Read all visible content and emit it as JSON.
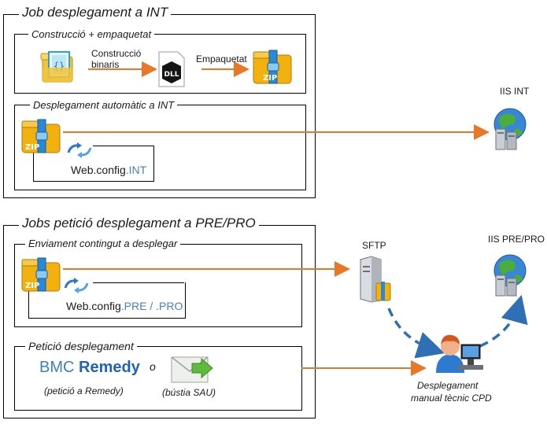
{
  "job_int": {
    "title": "Job desplegament a INT",
    "build": {
      "title": "Construcció + empaquetat",
      "step1": "Construcció",
      "step1b": "binaris",
      "step2": "Empaquetat"
    },
    "auto": {
      "title": "Desplegament automàtic  a  INT",
      "config_prefix": "Web.config",
      "config_suffix": ".INT"
    },
    "target": "IIS INT"
  },
  "job_pre": {
    "title": "Jobs petició desplegament a PRE/PRO",
    "send": {
      "title": "Enviament contingut  a desplegar",
      "config_prefix": "Web.config",
      "config_suffix": ".PRE / .PRO"
    },
    "request": {
      "title": "Petició desplegament",
      "bmc_a": "BMC",
      "bmc_b": "Remedy",
      "or": "o",
      "remedy_note": "(petició a Remedy)",
      "mail_note": "(bústia SAU)"
    },
    "sftp": "SFTP",
    "target": "IIS PRE/PRO",
    "manual_line1": "Desplegament",
    "manual_line2": "manual tècnic CPD"
  },
  "colors": {
    "arrow_orange": "#e8772a",
    "arrow_blue": "#2f6fb6",
    "zip_yellow": "#f2b10f",
    "zip_blue": "#2a88d8"
  },
  "icons": [
    "source-code-icon",
    "dll-icon",
    "zip-icon",
    "refresh-icon",
    "iis-server-icon",
    "sftp-server-icon",
    "mail-icon",
    "user-computer-icon"
  ]
}
